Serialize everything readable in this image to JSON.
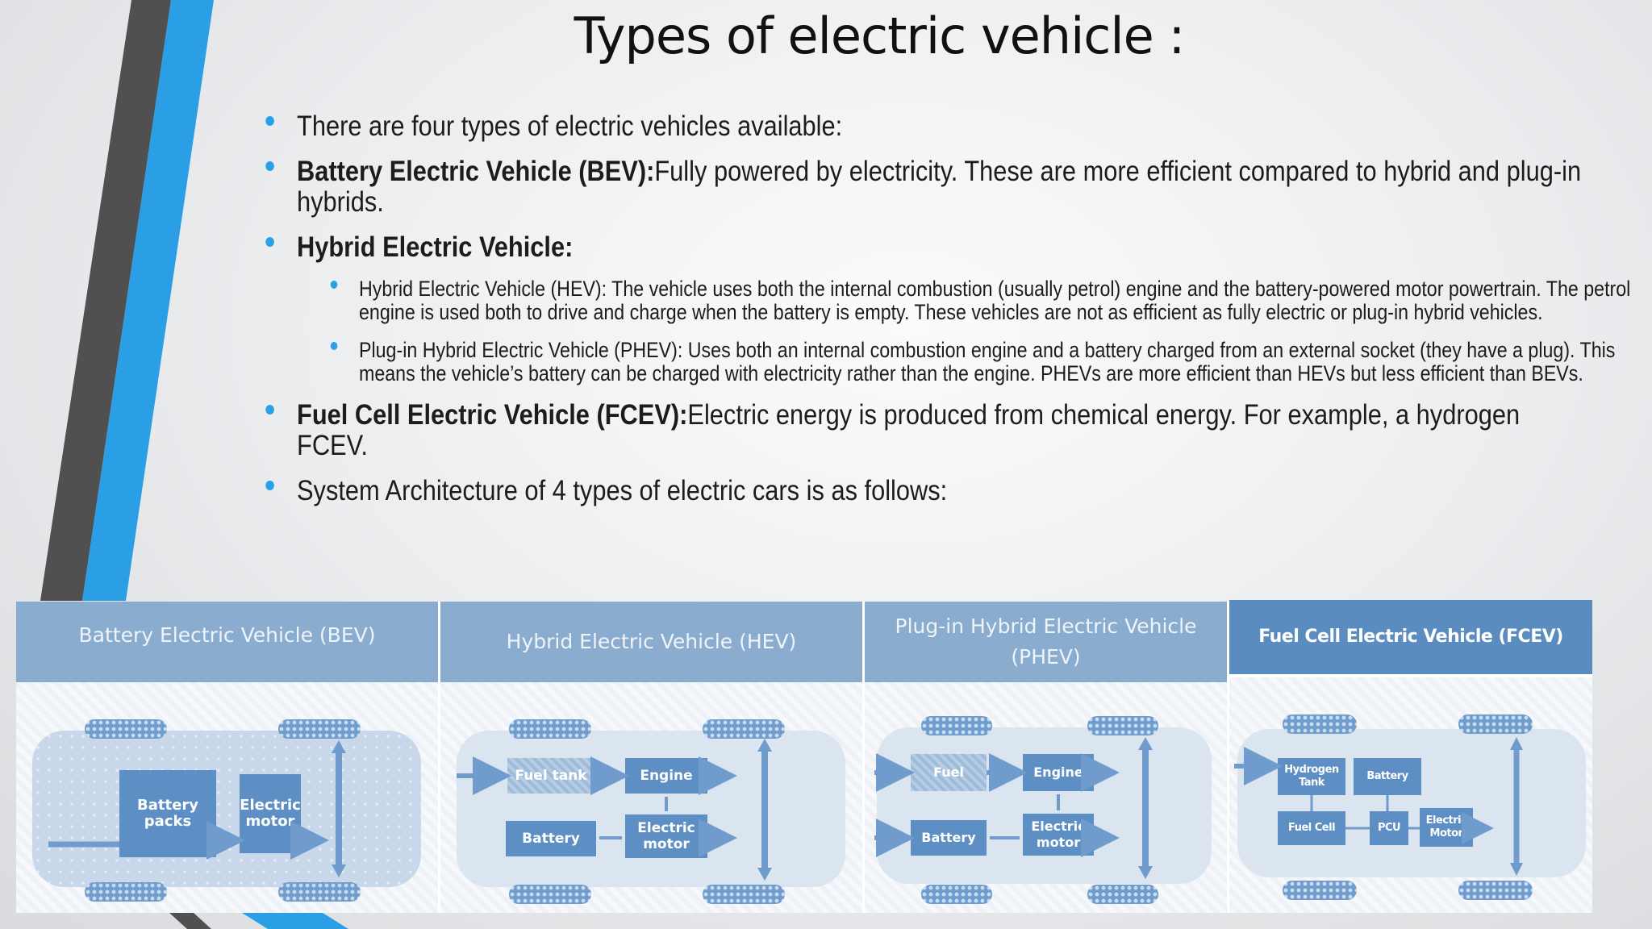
{
  "slide": {
    "title": "Types of electric vehicle :",
    "bullets": {
      "intro": "There are four types of electric vehicles available:",
      "bev": {
        "bold": "Battery Electric Vehicle (BEV):",
        "text": "Fully powered by electricity. These are more efficient compared to hybrid and plug-in hybrids."
      },
      "hybrid": {
        "bold": "Hybrid Electric Vehicle:"
      },
      "hev": "Hybrid Electric Vehicle (HEV): The vehicle uses both the internal combustion (usually petrol) engine and the battery-powered motor powertrain. The petrol engine is used both to drive and charge when the battery is empty. These vehicles are not as efficient as fully electric or plug-in hybrid vehicles.",
      "phev": "Plug-in Hybrid Electric Vehicle (PHEV): Uses both an internal combustion engine and a battery charged from an external socket (they have a plug). This means the vehicle’s battery can be charged with electricity rather than the engine. PHEVs are more efficient than HEVs but less efficient than BEVs.",
      "fcev": {
        "bold": "Fuel Cell Electric Vehicle (FCEV):",
        "text": "Electric energy is produced from chemical energy. For example, a hydrogen FCEV."
      },
      "architecture": "System Architecture of 4 types of electric cars is as follows:"
    }
  },
  "diagram": {
    "bev": {
      "header": "Battery Electric Vehicle (BEV)",
      "battery": "Battery packs",
      "motor": "Electric motor"
    },
    "hev": {
      "header": "Hybrid Electric Vehicle (HEV)",
      "fuel_tank": "Fuel tank",
      "engine": "Engine",
      "battery": "Battery",
      "motor": "Electric motor"
    },
    "phev": {
      "header": "Plug-in Hybrid Electric Vehicle (PHEV)",
      "fuel": "Fuel",
      "engine": "Engine",
      "battery": "Battery",
      "motor": "Electric motor"
    },
    "fcev": {
      "header": "Fuel Cell Electric Vehicle (FCEV)",
      "hydrogen": "Hydrogen Tank",
      "battery": "Battery",
      "fuel_cell": "Fuel Cell",
      "pcu": "PCU",
      "motor": "Electric Motor"
    }
  },
  "colors": {
    "accent_blue": "#2aa0e6",
    "stripe_gray": "#505050",
    "panel_header": "#8aaccf",
    "panel_header_dark": "#5b8cc0",
    "component": "#5e8fc4"
  }
}
